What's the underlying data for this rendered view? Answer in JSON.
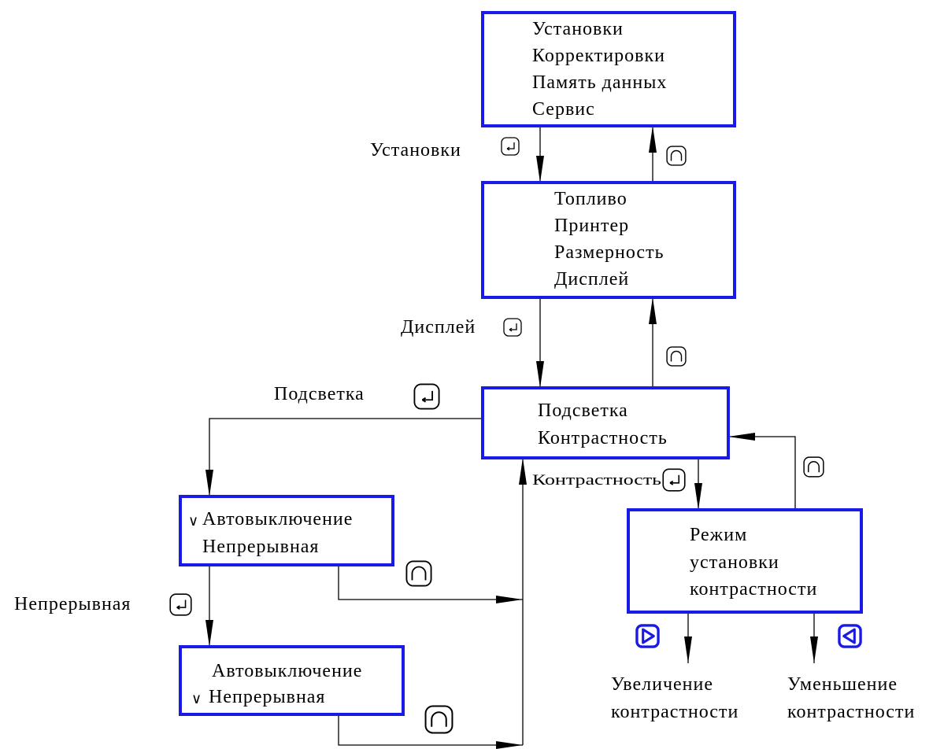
{
  "main_menu": {
    "items": [
      "Установки",
      "Корректировки",
      "Память данных",
      "Сервис"
    ]
  },
  "settings_menu": {
    "items": [
      "Топливо",
      "Принтер",
      "Размерность",
      "Дисплей"
    ]
  },
  "display_menu": {
    "items": [
      "Подсветка",
      "Контрастность"
    ]
  },
  "backlight_menu_auto": {
    "items": [
      "Автовыключение",
      "Непрерывная"
    ],
    "check_mark": "∨"
  },
  "backlight_menu_continuous": {
    "items": [
      "Автовыключение",
      "Непрерывная"
    ],
    "check_mark": "∨"
  },
  "contrast_mode": {
    "lines": [
      "Режим",
      "установки",
      "контрастности"
    ]
  },
  "transitions": {
    "to_settings": "Установки",
    "to_display": "Дисплей",
    "to_backlight": "Подсветка",
    "to_contrast": "Контрастность",
    "to_continuous": "Непрерывная"
  },
  "results": {
    "increase": [
      "Увеличение",
      "контрастности"
    ],
    "decrease": [
      "Уменьшение",
      "контрастности"
    ]
  },
  "icons": {
    "enter": "enter-key-icon",
    "back": "back-key-icon",
    "right": "right-arrow-key-icon",
    "left": "left-arrow-key-icon"
  },
  "colors": {
    "box_border": "#1a1ae6",
    "lines": "#000000"
  }
}
